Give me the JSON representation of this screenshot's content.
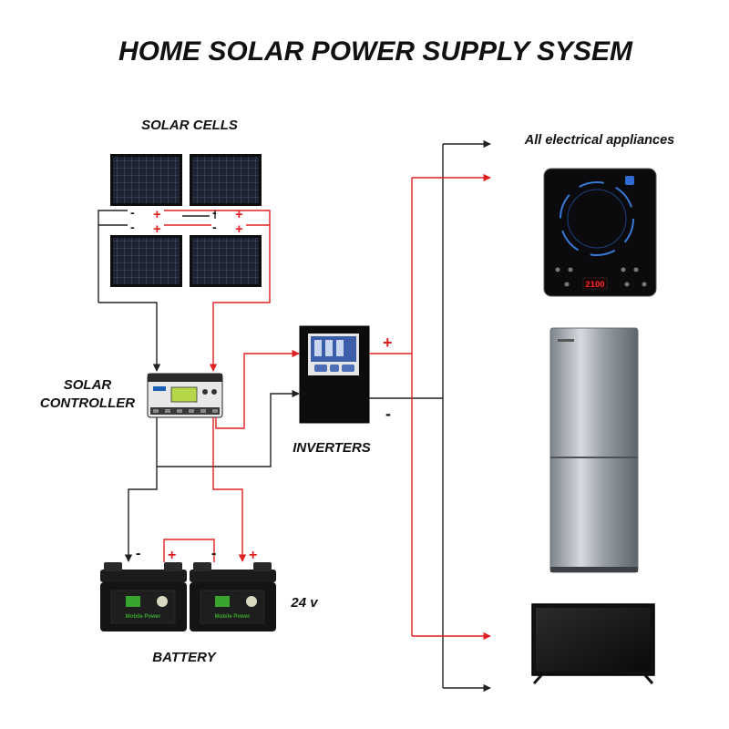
{
  "title": "HOME SOLAR POWER SUPPLY SYSEM",
  "labels": {
    "solar_cells": "SOLAR CELLS",
    "solar_controller_line1": "SOLAR",
    "solar_controller_line2": "CONTROLLER",
    "inverters": "INVERTERS",
    "battery": "BATTERY",
    "voltage": "24 v",
    "appliances": "All electrical appliances"
  },
  "signs": {
    "plus": "+",
    "minus": "-"
  },
  "display": {
    "cooktop_readout": "2100"
  },
  "battery_text": {
    "brand": "Mobile Power"
  },
  "colors": {
    "positive_wire": "#e02020",
    "negative_wire": "#222222",
    "panel_blue": "#1c2433",
    "battery_green": "#3aa52e"
  }
}
